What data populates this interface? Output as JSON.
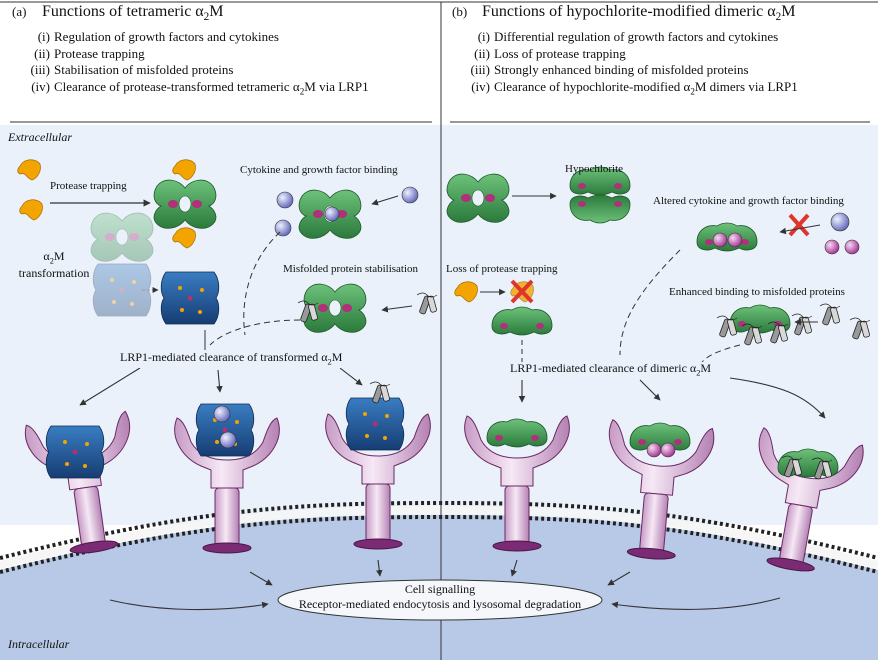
{
  "panel_a": {
    "tag": "(a)",
    "title": "Functions of tetrameric α",
    "title_sub": "2",
    "title_end": "M",
    "items": [
      {
        "num": "(i)",
        "text": "Regulation of growth factors and cytokines"
      },
      {
        "num": "(ii)",
        "text": "Protease trapping"
      },
      {
        "num": "(iii)",
        "text": "Stabilisation of misfolded proteins"
      },
      {
        "num": "(iv)",
        "text": "Clearance of protease-transformed tetrameric α",
        "sub": "2",
        "end": "M via LRP1"
      }
    ]
  },
  "panel_b": {
    "tag": "(b)",
    "title": "Functions of hypochlorite-modified dimeric α",
    "title_sub": "2",
    "title_end": "M",
    "items": [
      {
        "num": "(i)",
        "text": "Differential regulation of growth factors and cytokines"
      },
      {
        "num": "(ii)",
        "text": "Loss of protease trapping"
      },
      {
        "num": "(iii)",
        "text": "Strongly enhanced binding of misfolded proteins"
      },
      {
        "num": "(iv)",
        "text": "Clearance of hypochlorite-modified α",
        "sub": "2",
        "end": "M dimers via LRP1"
      }
    ]
  },
  "labels": {
    "extracellular": "Extracellular",
    "intracellular": "Intracellular",
    "protease_trapping": "Protease trapping",
    "transformation_a": "α",
    "transformation_sub": "2",
    "transformation_b": "M",
    "transformation_c": "transformation",
    "cytokine_binding": "Cytokine and growth factor binding",
    "misfolded_stabilisation": "Misfolded protein stabilisation",
    "lrp1_transformed": "LRP1-mediated clearance of transformed α",
    "lrp1_transformed_sub": "2",
    "lrp1_transformed_end": "M",
    "hypochlorite": "Hypochlorite",
    "altered_binding": "Altered cytokine and growth factor binding",
    "loss_trapping": "Loss of protease trapping",
    "enhanced_binding": "Enhanced binding to misfolded proteins",
    "lrp1_dimeric": "LRP1-mediated clearance of dimeric α",
    "lrp1_dimeric_sub": "2",
    "lrp1_dimeric_end": "M",
    "cell_signalling": "Cell signalling",
    "endocytosis": "Receptor-mediated endocytosis and lysosomal degradation"
  },
  "colors": {
    "extracellular_bg": "#eaf1fa",
    "intracellular_bg": "#b7c9e6",
    "alpha2m_green": "#3e9a4f",
    "alpha2m_magenta": "#b0307a",
    "transformed_blue": "#1e4f8c",
    "protease_orange": "#f2a400",
    "receptor_pink": "#e6c7e6",
    "receptor_purple": "#7a2b74",
    "cytokine_blue": "#8c91d6",
    "cytokine_magenta": "#c24ab2",
    "cross_red": "#e0352a"
  }
}
